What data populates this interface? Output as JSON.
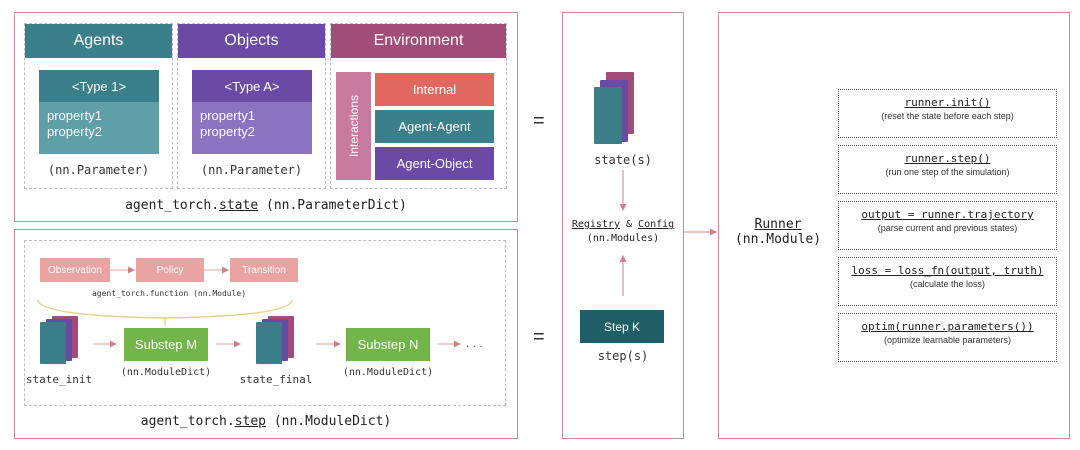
{
  "colors": {
    "agents": "#3b7f8a",
    "agents_light": "#5f9fa8",
    "objects": "#6b4aa6",
    "objects_light": "#8b73c2",
    "environment": "#a24c79",
    "env_side": "#c97a9f",
    "internal": "#e06860",
    "agent_agent": "#3b7f8a",
    "agent_object": "#6b4aa6",
    "flow": "#e9a3a3",
    "green": "#72b64b",
    "stepk": "#1f5e66",
    "frame": "#c98b98"
  },
  "state_panel": {
    "agents": {
      "header": "Agents",
      "type_label": "<Type 1>",
      "properties": [
        "property1",
        "property2"
      ],
      "param": "(nn.Parameter)"
    },
    "objects": {
      "header": "Objects",
      "type_label": "<Type A>",
      "properties": [
        "property1",
        "property2"
      ],
      "param": "(nn.Parameter)"
    },
    "environment": {
      "header": "Environment",
      "interactions_label": "Interactions",
      "items": [
        "Internal",
        "Agent-Agent",
        "Agent-Object"
      ]
    },
    "caption_prefix": "agent_torch.",
    "caption_link": "state",
    "caption_suffix": " (nn.ParameterDict)"
  },
  "step_panel": {
    "flow": [
      "Observation",
      "Policy",
      "Transition"
    ],
    "function_label": "agent_torch.function (nn.Module)",
    "state_init": "state_init",
    "substep_m": "Substep M",
    "substep_m_sub": "(nn.ModuleDict)",
    "state_final": "state_final",
    "substep_n": "Substep N",
    "substep_n_sub": "(nn.ModuleDict)",
    "ellipsis": ". . .",
    "caption_prefix": "agent_torch.",
    "caption_link": "step",
    "caption_suffix": " (nn.ModuleDict)"
  },
  "equals": [
    "=",
    "="
  ],
  "middle": {
    "states_label": "state(s)",
    "registry": "Registry",
    "amp": " & ",
    "config": "Config",
    "modules": "(nn.Modules)",
    "step_k": "Step K",
    "steps_label": "step(s)"
  },
  "runner": {
    "title": "Runner",
    "subtitle": "(nn.Module)",
    "items": [
      {
        "code": "runner.init()",
        "desc": "(reset the state before each step)"
      },
      {
        "code": "runner.step()",
        "desc": "(run one step of the simulation)"
      },
      {
        "code": "output = runner.trajectory",
        "desc": "(parse current and previous states)"
      },
      {
        "code": "loss = loss_fn(output, truth)",
        "desc": "(calculate the loss)"
      },
      {
        "code": "optim(runner.parameters())",
        "desc": "(optimize learnable parameters)"
      }
    ]
  }
}
